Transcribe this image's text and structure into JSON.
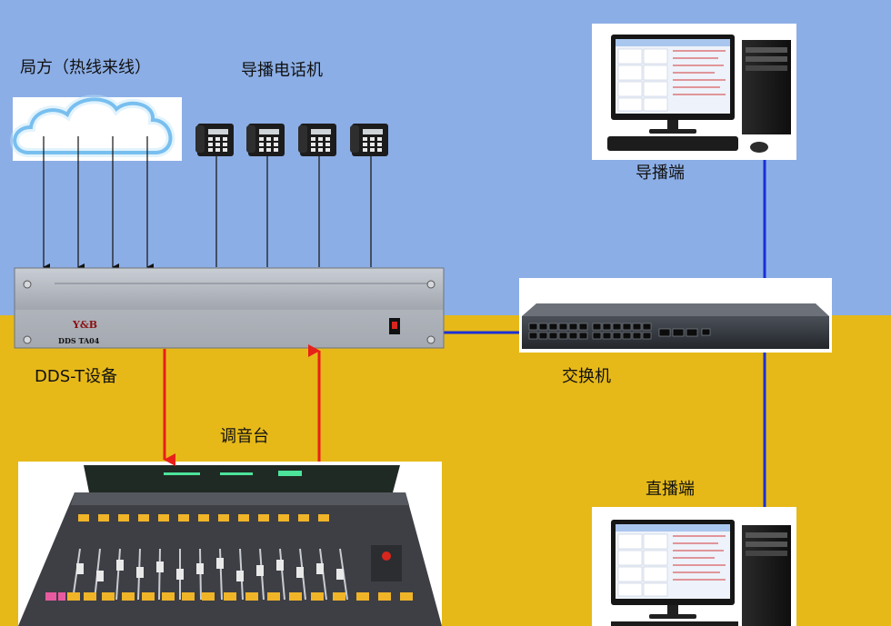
{
  "labels": {
    "central_office": "局方（热线来线）",
    "director_phones": "导播电话机",
    "director_station": "导播端",
    "dds_device": "DDS-T设备",
    "switch": "交换机",
    "mixer": "调音台",
    "live_station": "直播端"
  },
  "device_text": {
    "dds_model": "DDS TA04",
    "dds_brand": "Y&B"
  },
  "colors": {
    "sky": "#8caee6",
    "ground": "#e6b919",
    "audio_link": "#e8201a",
    "network_link": "#1a2fd6"
  }
}
